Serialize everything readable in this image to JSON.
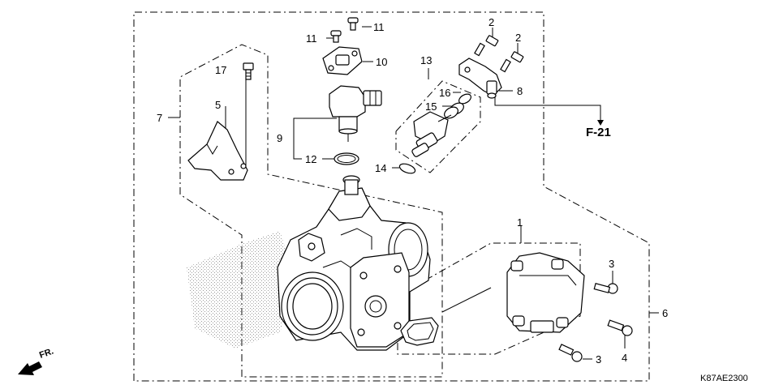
{
  "diagram": {
    "callouts": [
      "1",
      "2",
      "2",
      "3",
      "3",
      "4",
      "5",
      "6",
      "7",
      "8",
      "9",
      "10",
      "11",
      "11",
      "12",
      "13",
      "14",
      "15",
      "16",
      "17"
    ],
    "reference": "F-21",
    "direction": "FR.",
    "drawing_code": "K87AE2300"
  },
  "colors": {
    "line": "#000000",
    "background": "#ffffff",
    "stipple": "#b0b0b0"
  }
}
